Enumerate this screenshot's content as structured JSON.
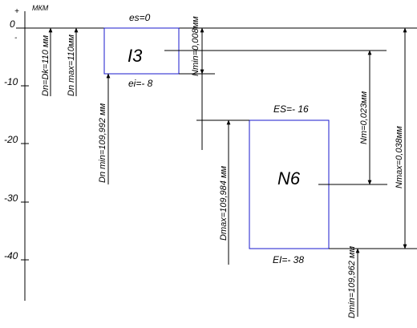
{
  "axis": {
    "unit": "МКМ",
    "plus": "+",
    "minus": "-",
    "ticks": [
      "0",
      "-10",
      "-20",
      "-30",
      "-40"
    ]
  },
  "hole_field": {
    "name": "I3",
    "upper_deviation": "es=0",
    "lower_deviation": "ei=- 8"
  },
  "shaft_field": {
    "name": "N6",
    "upper_deviation": "ES=- 16",
    "lower_deviation": "EI=- 38"
  },
  "dimensions": {
    "dn_nominal": "Dn=Dk=110 мм",
    "dn_max": "Dn max=110мм",
    "dn_min": "Dn min=109,992 мм",
    "dmax": "Dmax=109,984 мм",
    "dmin": "Dmin=109,962 мм",
    "n_min": "Nmin=0,008мм",
    "n_m": "Nm=0,023мм",
    "n_max": "Nmax=0,038мм"
  }
}
